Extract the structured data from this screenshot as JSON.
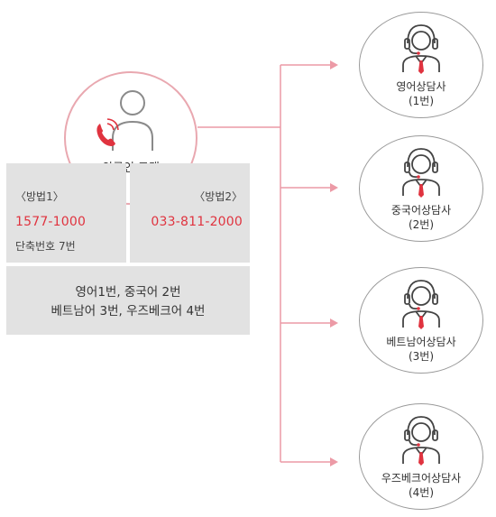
{
  "customer": {
    "label": "외국인 고객"
  },
  "method1": {
    "title": "〈방법1〉",
    "number": "1577-1000",
    "extension": "단축번호 7번"
  },
  "method2": {
    "title": "〈방법2〉",
    "number": "033-811-2000"
  },
  "languages": {
    "line1": "영어1번, 중국어 2번",
    "line2": "베트남어 3번, 우즈베크어 4번"
  },
  "agents": [
    {
      "name": "영어상담사",
      "number": "(1번)"
    },
    {
      "name": "중국어상담사",
      "number": "(2번)"
    },
    {
      "name": "베트남어상담사",
      "number": "(3번)"
    },
    {
      "name": "우즈베크어상담사",
      "number": "(4번)"
    }
  ],
  "colors": {
    "accent": "#e0333f",
    "connector": "#ec9aa6",
    "circle_border": "#e9a8b0",
    "box_bg": "#e2e2e2"
  }
}
